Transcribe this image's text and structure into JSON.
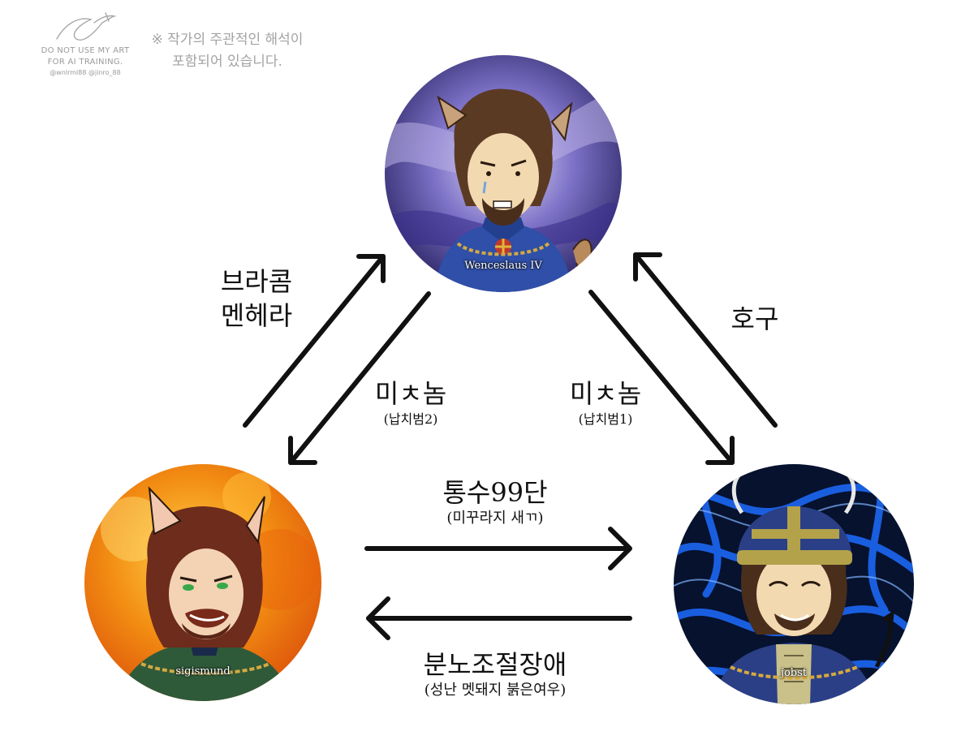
{
  "watermark": {
    "line1": "DO NOT USE MY ART",
    "line2": "FOR AI TRAINING.",
    "handles": "@wnlrml88 @jinro_88"
  },
  "note": {
    "line1": "※ 작가의 주관적인 해석이",
    "line2": "포함되어 있습니다."
  },
  "characters": {
    "top": {
      "name": "Wenceslaus IV"
    },
    "left": {
      "name": "sigismund"
    },
    "right": {
      "name": "jobst"
    }
  },
  "relations": {
    "left_to_top": {
      "line1": "브라콤",
      "line2": "멘헤라"
    },
    "top_to_left": {
      "main": "미ㅊ놈",
      "sub": "(납치범2)"
    },
    "top_to_right": {
      "main": "미ㅊ놈",
      "sub": "(납치범1)"
    },
    "right_to_top": {
      "main": "호구"
    },
    "left_to_right": {
      "main": "통수99단",
      "sub": "(미꾸라지 새ㄲ)"
    },
    "right_to_left": {
      "main": "분노조절장애",
      "sub": "(성난 멧돼지 붉은여우)"
    }
  },
  "colors": {
    "arrow": "#111111",
    "wenceslaus_bg": "#5a4fb0",
    "sigismund_bg": "#f08a14",
    "jobst_bg": "#0a3fb8"
  }
}
